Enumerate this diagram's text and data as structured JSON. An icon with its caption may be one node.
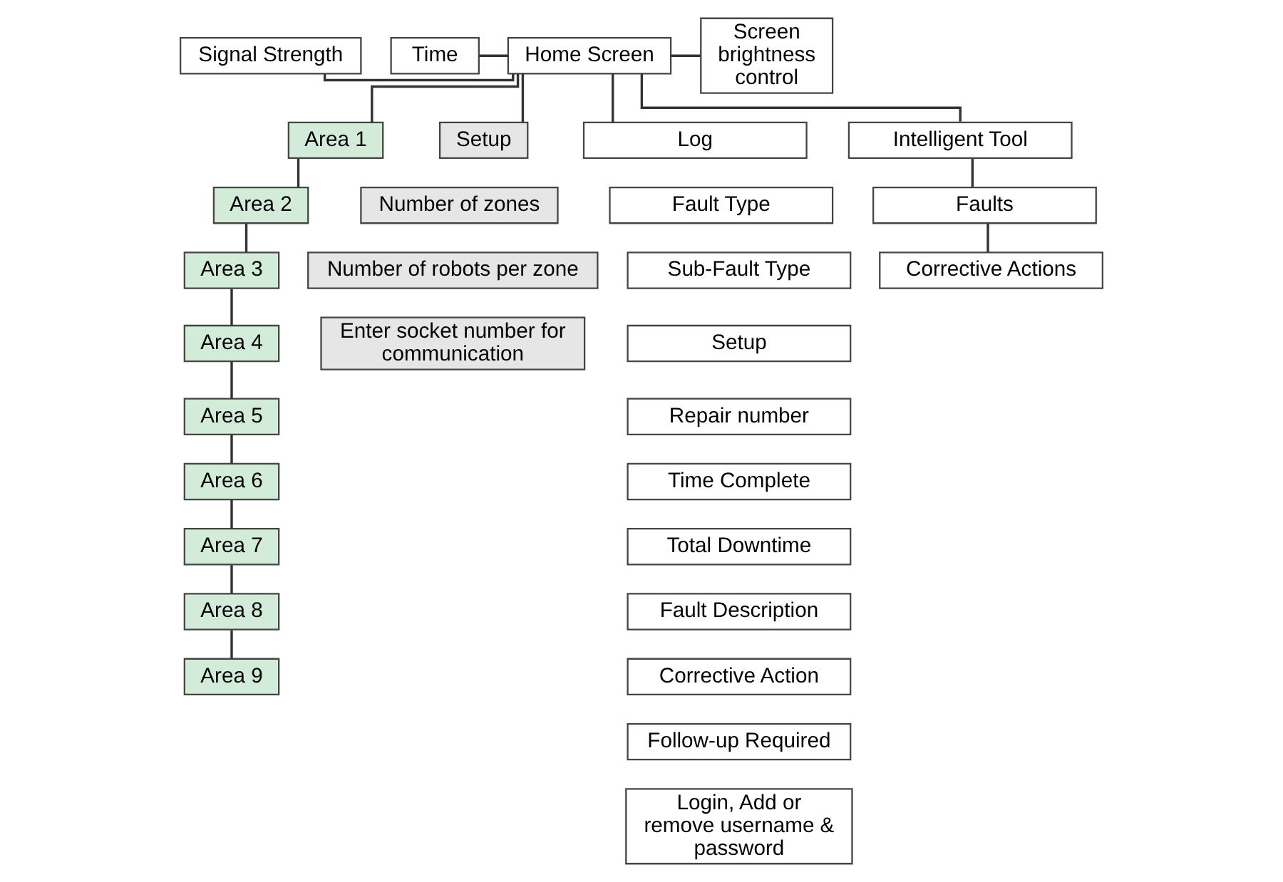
{
  "diagram": {
    "nodes": [
      {
        "text": [
          "Signal Strength"
        ]
      },
      {
        "text": [
          "Time"
        ]
      },
      {
        "text": [
          "Home Screen"
        ]
      },
      {
        "text": [
          "Screen brightness control"
        ]
      },
      {
        "text": [
          "Area 1"
        ]
      },
      {
        "text": [
          "Area 2"
        ]
      },
      {
        "text": [
          "Area 3"
        ]
      },
      {
        "text": [
          "Area 4"
        ]
      },
      {
        "text": [
          "Area 5"
        ]
      },
      {
        "text": [
          "Area 6"
        ]
      },
      {
        "text": [
          "Area 7"
        ]
      },
      {
        "text": [
          "Area 8"
        ]
      },
      {
        "text": [
          "Area 9"
        ]
      },
      {
        "text": [
          "Setup"
        ]
      },
      {
        "text": [
          "Number of zones"
        ]
      },
      {
        "text": [
          "Number of robots per zone"
        ]
      },
      {
        "text": [
          "Enter socket number for communication"
        ]
      },
      {
        "text": [
          "Log"
        ]
      },
      {
        "text": [
          "Fault Type"
        ]
      },
      {
        "text": [
          "Sub-Fault Type"
        ]
      },
      {
        "text": [
          "Setup"
        ]
      },
      {
        "text": [
          "Repair number"
        ]
      },
      {
        "text": [
          "Time Complete"
        ]
      },
      {
        "text": [
          "Total Downtime"
        ]
      },
      {
        "text": [
          "Fault Description"
        ]
      },
      {
        "text": [
          "Corrective Action"
        ]
      },
      {
        "text": [
          "Follow-up Required"
        ]
      },
      {
        "text": [
          "Login, Add or remove username & password"
        ]
      },
      {
        "text": [
          "Intelligent Tool"
        ]
      },
      {
        "text": [
          "Faults"
        ]
      },
      {
        "text": [
          "Corrective Actions"
        ]
      }
    ],
    "edges": [
      {
        "from": 0,
        "to": 2,
        "arrow": "none"
      },
      {
        "from": 1,
        "to": 2,
        "arrow": "none"
      },
      {
        "from": 2,
        "to": 3,
        "arrow": "none"
      },
      {
        "from": 2,
        "to": 4,
        "arrow": "none"
      },
      {
        "from": 2,
        "to": 13,
        "arrow": "none"
      },
      {
        "from": 2,
        "to": 17,
        "arrow": "none"
      },
      {
        "from": 2,
        "to": 28,
        "arrow": "none"
      },
      {
        "from": 4,
        "to": 5,
        "arrow": "none"
      },
      {
        "from": 5,
        "to": 6,
        "arrow": "none"
      },
      {
        "from": 6,
        "to": 7,
        "arrow": "none"
      },
      {
        "from": 7,
        "to": 8,
        "arrow": "none"
      },
      {
        "from": 8,
        "to": 9,
        "arrow": "none"
      },
      {
        "from": 9,
        "to": 10,
        "arrow": "none"
      },
      {
        "from": 10,
        "to": 11,
        "arrow": "none"
      },
      {
        "from": 11,
        "to": 12,
        "arrow": "none"
      },
      {
        "from": 28,
        "to": 29,
        "arrow": "none"
      },
      {
        "from": 29,
        "to": 30,
        "arrow": "none"
      }
    ]
  }
}
